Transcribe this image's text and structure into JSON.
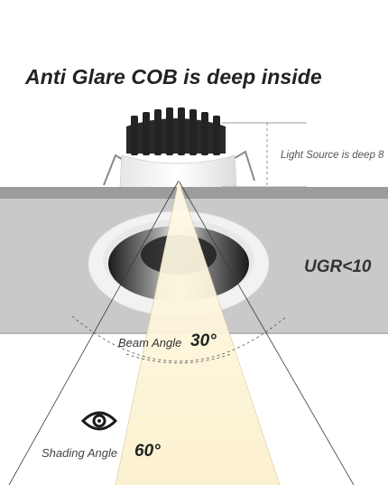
{
  "title": "Anti Glare COB is deep inside",
  "depth_label": "Light Source is deep 8",
  "ugr_label": "UGR<10",
  "beam_angle": {
    "label": "Beam Angle",
    "value": "30°"
  },
  "shading_angle": {
    "label": "Shading Angle",
    "value": "60°"
  },
  "icons": [
    "eye-icon"
  ],
  "colors": {
    "ceiling": "#c9c9c9",
    "ceiling_edge": "#9a9a9a",
    "beam": "#fdf6dc",
    "heatsink": "#222222",
    "housing": "#ffffff"
  }
}
